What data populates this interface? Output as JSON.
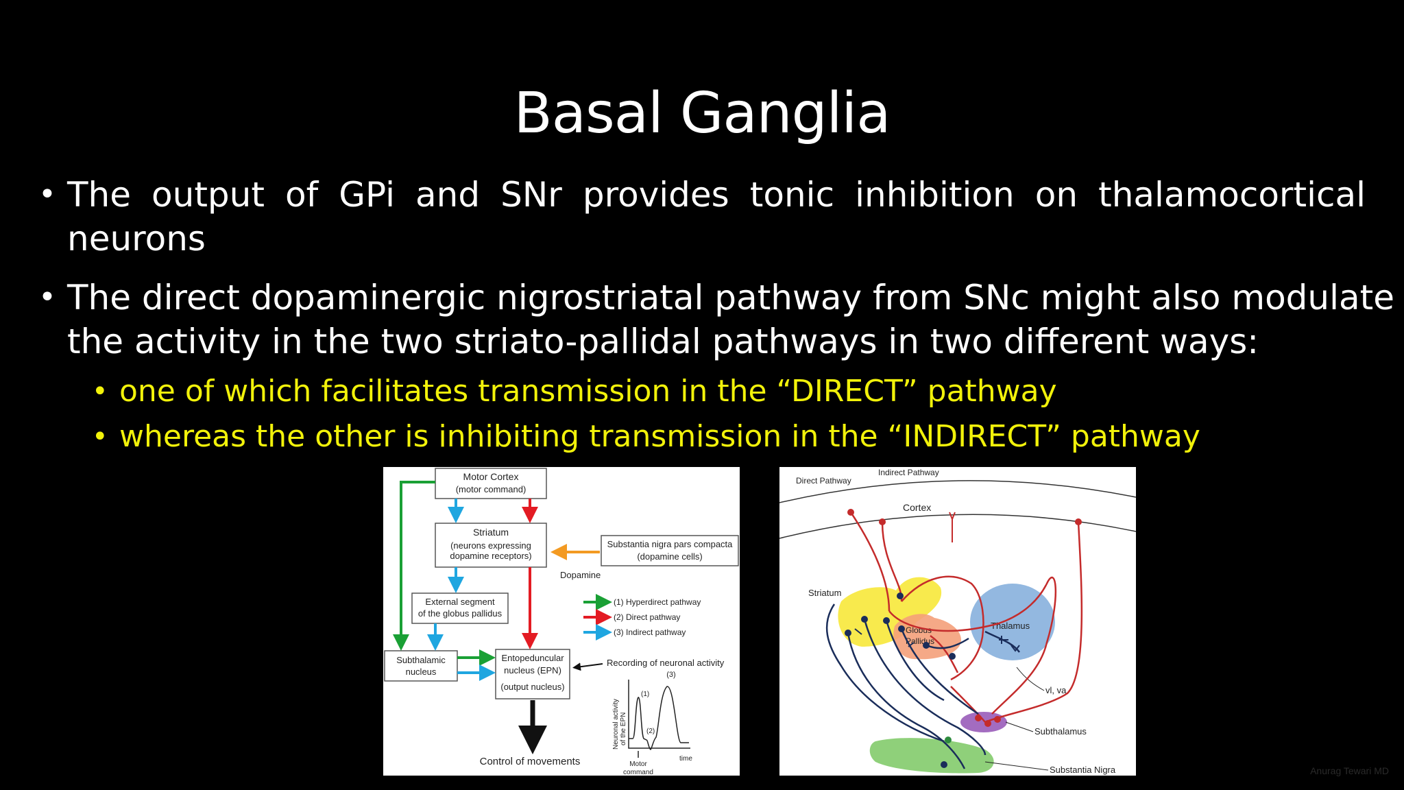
{
  "slide": {
    "title": "Basal Ganglia",
    "bullets": [
      {
        "line1": "The output of GPi and SNr provides tonic inhibition on thalamocortical",
        "line2": "neurons"
      },
      {
        "line1": "The direct dopaminergic nigrostriatal pathway from SNc might also modulate",
        "line2": "the activity in the two striato-pallidal pathways in two different ways:"
      }
    ],
    "sub_bullets": [
      "one of which facilitates transmission in the “DIRECT” pathway",
      "whereas the other is inhibiting transmission in the “INDIRECT” pathway"
    ],
    "credit": "Anurag Tewari MD"
  },
  "diagram_left": {
    "motor_cortex": "Motor Cortex",
    "motor_command": "(motor command)",
    "striatum": "Striatum",
    "striatum_sub1": "(neurons expressing",
    "striatum_sub2": "dopamine receptors)",
    "snc": "Substantia nigra pars compacta",
    "snc_sub": "(dopamine cells)",
    "dopamine": "Dopamine",
    "ext_gp1": "External segment",
    "ext_gp2": "of the globus pallidus",
    "subthalamic1": "Subthalamic",
    "subthalamic2": "nucleus",
    "epn1": "Entopeduncular",
    "epn2": "nucleus (EPN)",
    "epn3": "(output nucleus)",
    "legend": [
      "(1) Hyperdirect pathway",
      "(2) Direct pathway",
      "(3) Indirect pathway"
    ],
    "recording": "Recording of neuronal activity",
    "control": "Control of movements",
    "y_axis1": "Neuronal activity",
    "y_axis2": "of the EPN",
    "motor_label": "Motor",
    "command_label": "command",
    "time_label": "time",
    "peak1": "(1)",
    "peak2": "(2)",
    "peak3": "(3)",
    "colors": {
      "green": "#1aa035",
      "red": "#e31b23",
      "blue": "#1fa6e0",
      "orange": "#f39a22"
    }
  },
  "diagram_right": {
    "direct_pathway": "Direct Pathway",
    "indirect_pathway": "Indirect Pathway",
    "cortex": "Cortex",
    "striatum": "Striatum",
    "globus1": "Globus",
    "globus2": "Pallidus",
    "thalamus": "Thalamus",
    "vl_va": "vl, va",
    "subthalamus": "Subthalamus",
    "substantia_nigra": "Substantia Nigra",
    "colors": {
      "striatum": "#f7e83a",
      "globus": "#f4a07a",
      "thalamus": "#93b8e0",
      "subthal": "#a36cc0",
      "nigra": "#8fd07a",
      "red_path": "#c42b2b",
      "navy_path": "#1a2d5a"
    }
  }
}
